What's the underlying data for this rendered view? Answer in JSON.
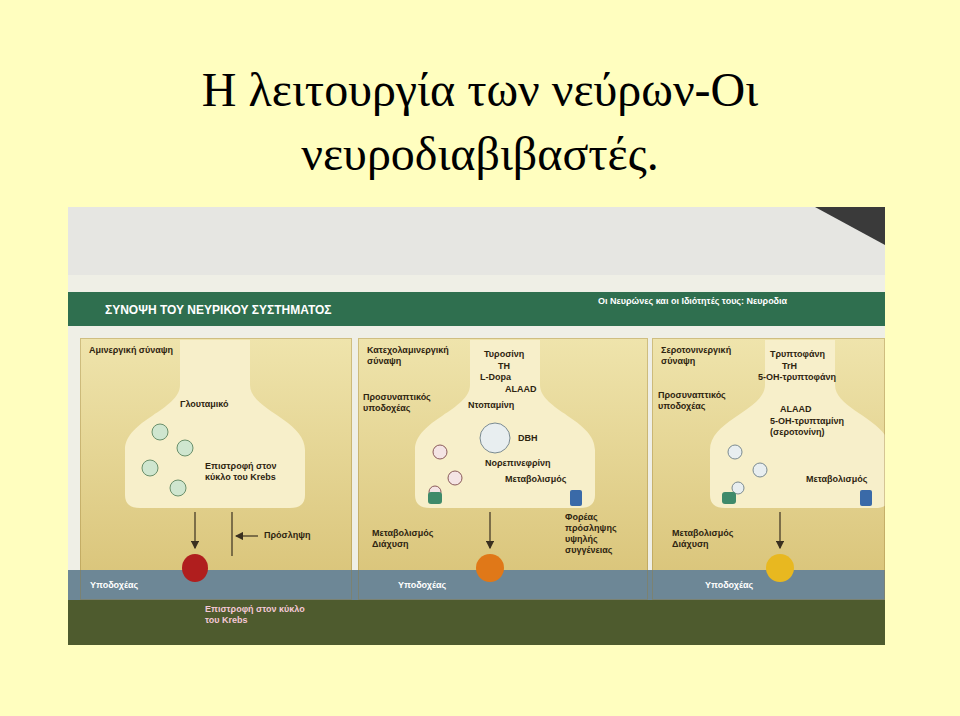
{
  "diagram": {
    "title": "Η λειτουργία των νεύρων-Οι νευροδιαβιβαστές.",
    "nodes": [
      {
        "text": [
          "Αμινεργική σύναψη"
        ]
      },
      {
        "text": [
          "Κατεχολαμινεργική σύναψη"
        ]
      },
      {
        "text": [
          "Σεροτονινεργική σύναψη"
        ]
      }
    ],
    "labels": [
      "ΣΥΝΟΨΗ ΤΟΥ ΝΕΥΡΙΚΟΥ ΣΥΣΤΗΜΑΤΟΣ",
      "Οι Νευρώνες και οι Ιδιότητές τους: Νευροδια",
      "Γλουταμικό",
      "Επιστροφή στον κύκλο του Krebs",
      "Πρόσληψη",
      "Υποδοχέας",
      "Επιστροφή στον κύκλο του Krebs",
      "Τυροσίνη",
      "TH",
      "L-Dopa",
      "ALAAD",
      "Ντοπαμίνη",
      "Προσυναπτικός υποδοχέας",
      "DBH",
      "Νορεπινεφρίνη",
      "Μεταβολισμός",
      "Μεταβολισμός Διάχυση",
      "Φορέας πρόσληψης υψηλής συγγένειας",
      "Υποδοχέας",
      "Τρυπτοφάνη",
      "TrH",
      "5-OH-τρυπτοφάνη",
      "ALAAD",
      "5-OH-τρυπταμίνη (σεροτονίνη)",
      "Προσυναπτικός υποδοχέας",
      "Μεταβολισμός",
      "Μεταβολισμός Διάχυση",
      "Υποδοχέας"
    ]
  }
}
